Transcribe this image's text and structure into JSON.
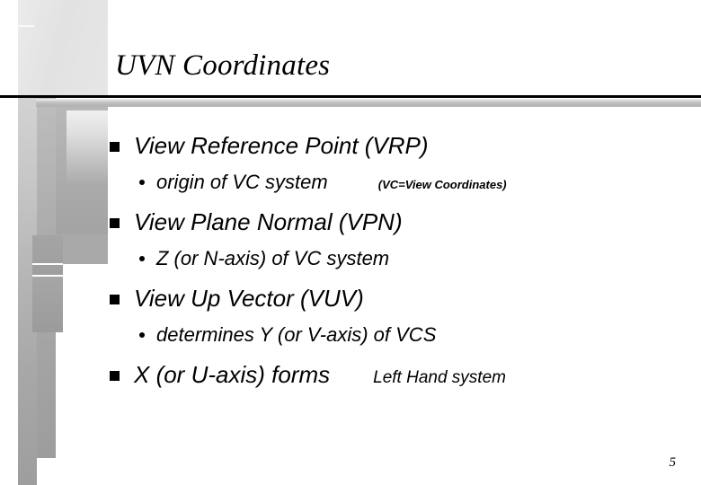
{
  "slide": {
    "title": "UVN Coordinates",
    "page_number": "5",
    "accent_color": "#000000",
    "background_color": "#ffffff",
    "decoration_gray": "#a9a9a9"
  },
  "bullets": [
    {
      "level": 1,
      "bullet_glyph": "square",
      "text": "View Reference Point (VRP)",
      "trailing_note": ""
    },
    {
      "level": 2,
      "bullet_glyph": "dot",
      "text": "origin of VC system",
      "side_note": "(VC=View Coordinates)"
    },
    {
      "level": 1,
      "bullet_glyph": "square",
      "text": "View Plane Normal (VPN)",
      "trailing_note": ""
    },
    {
      "level": 2,
      "bullet_glyph": "dot",
      "text": "Z (or N-axis) of VC system",
      "side_note": ""
    },
    {
      "level": 1,
      "bullet_glyph": "square",
      "text": "View Up Vector (VUV)",
      "trailing_note": ""
    },
    {
      "level": 2,
      "bullet_glyph": "dot",
      "text": "determines Y (or V-axis) of VCS",
      "side_note": ""
    },
    {
      "level": 1,
      "bullet_glyph": "square",
      "text": "X (or U-axis) forms",
      "trailing_note": "Left Hand system"
    }
  ]
}
